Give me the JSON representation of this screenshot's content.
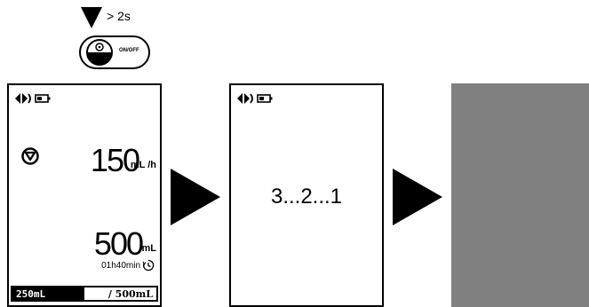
{
  "instruction": {
    "press_duration": "> 2s",
    "button_label": "ON/OFF"
  },
  "screen_before": {
    "rate_value": "150",
    "rate_unit": "mL /h",
    "volume_value": "500",
    "volume_unit": "mL",
    "time_remaining": "01h40min",
    "infused_volume": "250mL",
    "total_volume": "/ 500mL",
    "progress_fraction": 0.5
  },
  "screen_countdown": {
    "countdown_text": "3...2...1"
  },
  "screen_off": {
    "color": "#808080"
  },
  "icons": {
    "status": [
      "speaker-icon",
      "battery-icon"
    ],
    "stop": "stop-icon",
    "timer": "timer-icon",
    "flow": "arrow-right-icon"
  }
}
